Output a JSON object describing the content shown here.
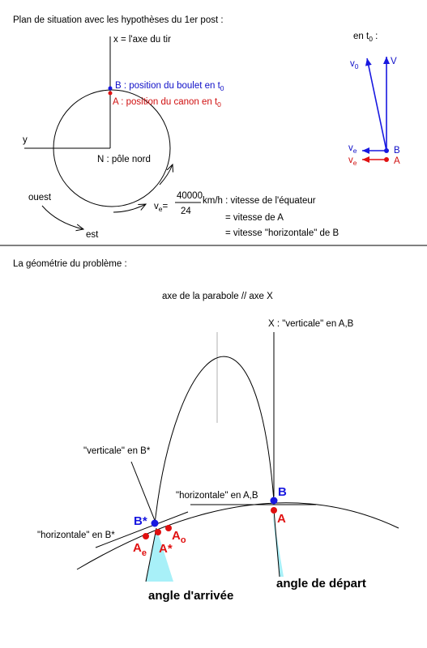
{
  "top": {
    "title": "Plan de situation avec les hypothèses du 1er post :",
    "x_axis_label": "x = l'axe du tir",
    "y_label": "y",
    "b_label": "B : position du boulet en t",
    "b_label_sub": "0",
    "a_label": "A : position du canon en t",
    "a_label_sub": "0",
    "n_label": "N : pôle nord",
    "ouest": "ouest",
    "est": "est",
    "ve_prefix": "v",
    "ve_sub": "e",
    "ve_eq": "=",
    "frac_num": "40000",
    "frac_den": "24",
    "unit": "km/h : vitesse de l'équateur",
    "line2": "= vitesse de A",
    "line3": "= vitesse \"horizontale\" de B"
  },
  "inset": {
    "title": "en t",
    "title_sub": "0",
    "title_colon": " :",
    "v0": "v",
    "v0_sub": "0",
    "V": "V",
    "ve_blue": "v",
    "ve_blue_sub": "e",
    "B": "B",
    "ve_red": "v",
    "ve_red_sub": "e",
    "A": "A"
  },
  "bottom": {
    "title": "La géométrie du problème :",
    "axis_parabola": "axe de la parabole // axe X",
    "x_vertical": "X : \"verticale\" en A,B",
    "vertical_bstar": "\"verticale\" en B*",
    "horizontal_ab": "\"horizontale\" en A,B",
    "horizontal_bstar": "\"horizontale\" en B*",
    "B": "B",
    "A": "A",
    "Bstar": "B*",
    "Astar": "A*",
    "Ae": "A",
    "Ae_sub": "e",
    "Ao": "A",
    "Ao_sub": "o",
    "angle_arrivee": "angle d'arrivée",
    "angle_depart": "angle de départ"
  },
  "colors": {
    "blue": "#1818e0",
    "red": "#e01010",
    "cyan": "#a8f0f8"
  }
}
